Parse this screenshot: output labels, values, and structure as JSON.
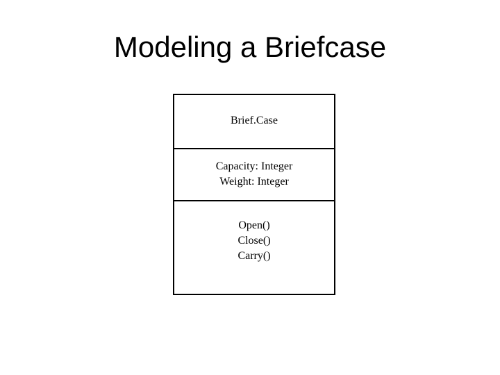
{
  "slide": {
    "title": "Modeling a Briefcase"
  },
  "uml_class": {
    "name": "Brief.Case",
    "attributes": [
      "Capacity: Integer",
      "Weight: Integer"
    ],
    "operations": [
      "Open()",
      "Close()",
      "Carry()"
    ]
  }
}
